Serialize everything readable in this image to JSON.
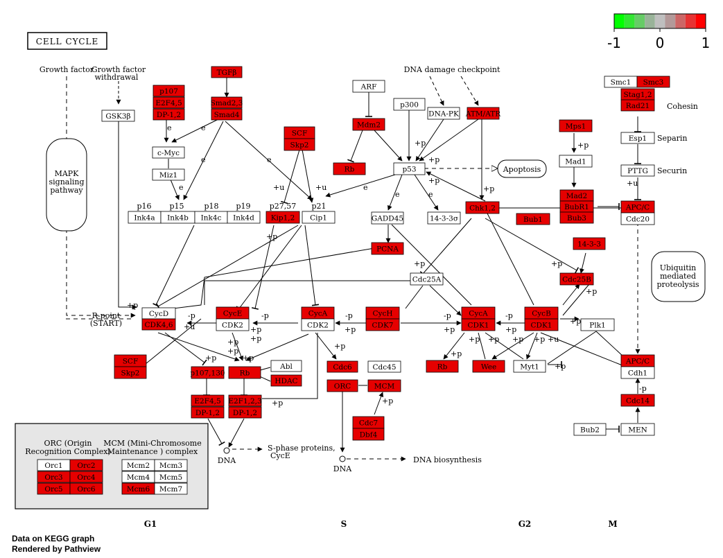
{
  "title": "CELL CYCLE",
  "legend": {
    "ticks": [
      "-1",
      "0",
      "1"
    ],
    "colors": [
      "#00ff00",
      "#33e633",
      "#66cc66",
      "#99b399",
      "#bfbfbf",
      "#b39999",
      "#cc6666",
      "#e63333",
      "#ff0000"
    ]
  },
  "colors": {
    "up": "#e60000",
    "none": "#ffffff",
    "line": "#000000"
  },
  "phases": [
    "G1",
    "S",
    "G2",
    "M"
  ],
  "footer": {
    "line1": "Data on KEGG graph",
    "line2": "Rendered by Pathview"
  },
  "labels": {
    "growth_factor": "Growth factor",
    "growth_factor_withdrawal": [
      "Growth factor",
      "withdrawal"
    ],
    "dna_damage": "DNA damage checkpoint",
    "apoptosis": "Apoptosis",
    "mapk": [
      "MAPK",
      "signaling",
      "pathway"
    ],
    "ubiquitin": [
      "Ubiquitin",
      "mediated",
      "proteolysis"
    ],
    "cohesin": "Cohesin",
    "separin": "Separin",
    "securin": "Securin",
    "r_point": [
      "R-point",
      "(START)"
    ],
    "s_phase": [
      "S-phase proteins,",
      "CycE"
    ],
    "dna_biosynthesis": "DNA biosynthesis",
    "dna": "DNA",
    "orc_title": [
      "ORC (Origin",
      "Recognition Complex)"
    ],
    "mcm_title": [
      "MCM (Mini-Chromosome",
      "Maintenance ) complex"
    ],
    "p16": "p16",
    "p15": "p15",
    "p18": "p18",
    "p19": "p19",
    "p2757": "p27,57",
    "p21": "p21"
  },
  "nodes": {
    "gsk3b": "GSK3β",
    "tgfb": "TGFβ",
    "p107": "p107",
    "e2f45a": "E2F4,5",
    "dp12a": "DP-1,2",
    "smad23": "Smad2,3",
    "smad4": "Smad4",
    "cmyc": "c-Myc",
    "miz1": "Miz1",
    "ink4a": "Ink4a",
    "ink4b": "Ink4b",
    "ink4c": "Ink4c",
    "ink4d": "Ink4d",
    "scf1": "SCF",
    "skp2a": "Skp2",
    "kip12": "Kip1,2",
    "cip1": "Cip1",
    "arf": "ARF",
    "mdm2": "Mdm2",
    "rb1": "Rb",
    "p300": "p300",
    "dnapk": "DNA-PK",
    "atmatr": "ATM/ATR",
    "p53": "p53",
    "gadd45": "GADD45",
    "s1433": "14-3-3σ",
    "chk12": "Chk1,2",
    "pcna": "PCNA",
    "smc1": "Smc1",
    "smc3": "Smc3",
    "stag12": "Stag1,2",
    "rad21": "Rad21",
    "esp1": "Esp1",
    "pttg": "PTTG",
    "mps1": "Mps1",
    "mad1": "Mad1",
    "mad2": "Mad2",
    "bubr1": "BubR1",
    "bub3": "Bub3",
    "bub1": "Bub1",
    "apcc1": "APC/C",
    "cdc20": "Cdc20",
    "s1433b": "14-3-3",
    "cdc25b": "Cdc25B",
    "cdc25a": "Cdc25A",
    "cycd": "CycD",
    "cdk46": "CDK4,6",
    "cyce": "CycE",
    "cdk2a": "CDK2",
    "cyca1": "CycA",
    "cdk2b": "CDK2",
    "cych": "CycH",
    "cdk7": "CDK7",
    "cyca2": "CycA",
    "cdk1a": "CDK1",
    "cycb": "CycB",
    "cdk1b": "CDK1",
    "plk1": "Plk1",
    "scf2": "SCF",
    "skp2b": "Skp2",
    "p107130": "p107,130",
    "rb2": "Rb",
    "abl": "Abl",
    "hdac": "HDAC",
    "e2f45b": "E2F4,5",
    "dp12b": "DP-1,2",
    "e2f123": "E2F1,2,3",
    "dp12c": "DP-1,2",
    "cdc6": "Cdc6",
    "cdc45": "Cdc45",
    "orc": "ORC",
    "mcm": "MCM",
    "cdc7": "Cdc7",
    "dbf4": "Dbf4",
    "rb3": "Rb",
    "wee": "Wee",
    "myt1": "Myt1",
    "apcc2": "APC/C",
    "cdh1": "Cdh1",
    "cdc14": "Cdc14",
    "bub2": "Bub2",
    "men": "MEN",
    "orc1": "Orc1",
    "orc2": "Orc2",
    "orc3": "Orc3",
    "orc4": "Orc4",
    "orc5": "Orc5",
    "orc6": "Orc6",
    "mcm2": "Mcm2",
    "mcm3": "Mcm3",
    "mcm4": "Mcm4",
    "mcm5": "Mcm5",
    "mcm6": "Mcm6",
    "mcm7": "Mcm7"
  },
  "up": [
    "tgfb",
    "p107",
    "e2f45a",
    "dp12a",
    "smad23",
    "smad4",
    "scf1",
    "skp2a",
    "kip12",
    "mdm2",
    "rb1",
    "atmatr",
    "chk12",
    "pcna",
    "smc3",
    "stag12",
    "rad21",
    "mps1",
    "mad2",
    "bubr1",
    "bub3",
    "bub1",
    "apcc1",
    "s1433b",
    "cdc25b",
    "cdk46",
    "cyce",
    "cyca1",
    "cych",
    "cdk7",
    "cyca2",
    "cdk1a",
    "cycb",
    "cdk1b",
    "scf2",
    "skp2b",
    "p107130",
    "rb2",
    "hdac",
    "e2f45b",
    "dp12b",
    "e2f123",
    "dp12c",
    "cdc6",
    "orc",
    "mcm",
    "cdc7",
    "dbf4",
    "rb3",
    "wee",
    "apcc2",
    "cdc14",
    "orc2",
    "orc3",
    "orc4",
    "orc5",
    "orc6",
    "mcm6"
  ],
  "edge_labels": {
    "e": "e",
    "plus_u": "+u",
    "plus_p": "+p",
    "minus_p": "-p"
  }
}
